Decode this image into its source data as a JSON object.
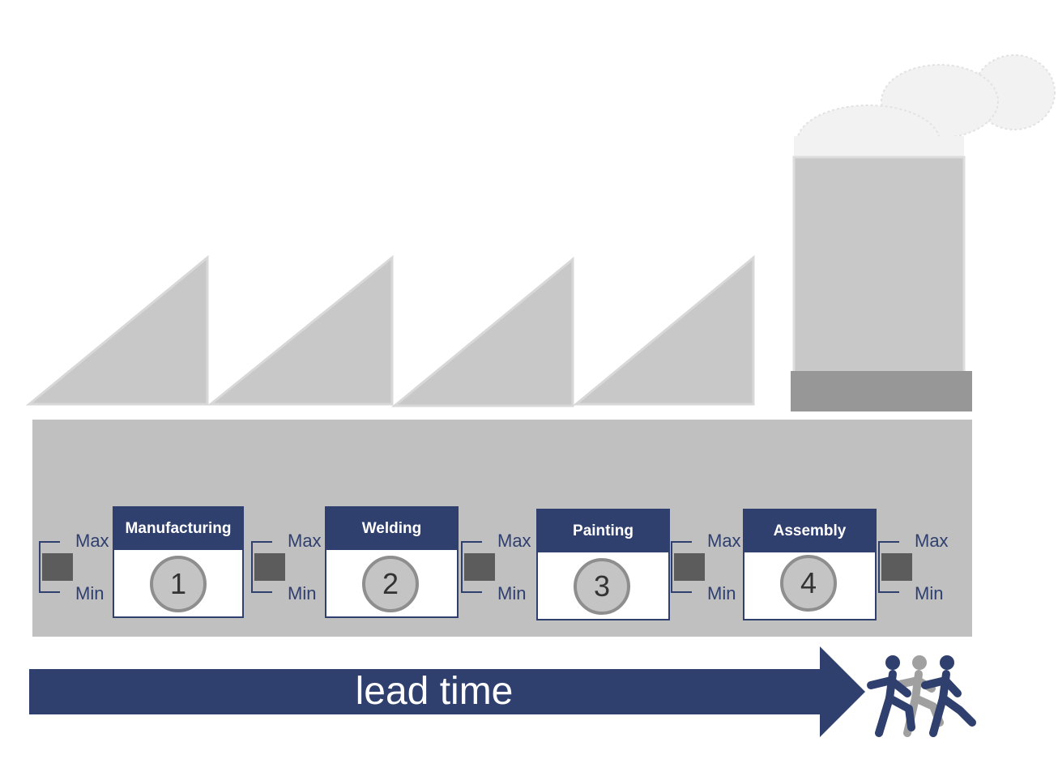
{
  "processes": [
    {
      "name": "Manufacturing",
      "number": "1"
    },
    {
      "name": "Welding",
      "number": "2"
    },
    {
      "name": "Painting",
      "number": "3"
    },
    {
      "name": "Assembly",
      "number": "4"
    }
  ],
  "inventory_labels": {
    "max": "Max",
    "min": "Min"
  },
  "lead_time_label": "lead time",
  "colors": {
    "navy": "#2f3f6e",
    "building_gray": "#c0c0c0",
    "roof_gray": "#c8c8c8",
    "inventory_gray": "#5c5c5c",
    "people_light": "#a0a0a0"
  }
}
